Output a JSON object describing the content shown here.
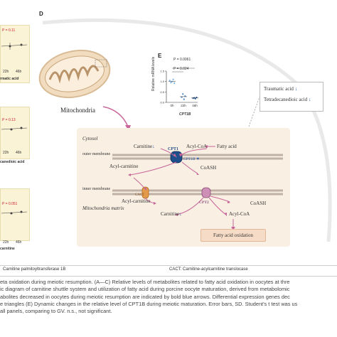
{
  "panel_d_letter": "D",
  "panel_e_letter": "E",
  "left_panels": [
    {
      "pvalue": "P = 0.11",
      "tick1": "22h",
      "tick2": "46h",
      "label": "rmatic acid"
    },
    {
      "pvalue": "P = 0.13",
      "tick1": "22h",
      "tick2": "46h",
      "label": "canedioic acid"
    },
    {
      "pvalue": "P = 0.051",
      "tick1": "22h",
      "tick2": "46h",
      "label": "carnitine"
    }
  ],
  "mitochondria_label": "Mitochondria",
  "chart_e": {
    "pvalue_top": "P = 0.0061",
    "pvalue_mid": "P = 0.024",
    "ylabel": "Relative mRNA levels",
    "gene_label": "CPT1B"
  },
  "chart_data": {
    "type": "scatter",
    "title": "",
    "xlabel": "CPT1B",
    "ylabel": "Relative mRNA levels",
    "categories": [
      "0h",
      "22h",
      "46h"
    ],
    "ylim": [
      0,
      1.5
    ],
    "yticks": [
      "0.0",
      "0.5",
      "1.0",
      "1.5"
    ],
    "series": [
      {
        "values": [
          [
            0,
            1.05
          ],
          [
            0,
            0.95
          ],
          [
            0,
            1.0
          ],
          [
            0,
            1.1
          ],
          [
            0,
            0.92
          ]
        ],
        "color": "#7fb4e6"
      },
      {
        "values": [
          [
            1,
            0.25
          ],
          [
            1,
            0.4
          ],
          [
            1,
            0.15
          ],
          [
            1,
            0.3
          ]
        ],
        "color": "#4a86c5"
      },
      {
        "values": [
          [
            2,
            0.2
          ],
          [
            2,
            0.22
          ],
          [
            2,
            0.18
          ],
          [
            2,
            0.24
          ]
        ],
        "color": "#2b5d9a"
      }
    ]
  },
  "metabolites": [
    {
      "name": "Traumatic acid",
      "arrow": "↓"
    },
    {
      "name": "Tetradecanedioic acid",
      "arrow": "↓"
    }
  ],
  "diagram": {
    "cytosol": "Cytosol",
    "carnitine_top": "Carnitine",
    "acylcoa_top": "Acyl-CoA",
    "fatty_acid": "Fatty acid",
    "cpt1": "CPT1",
    "cpt1b": "CPT1B",
    "outer_membrane": "outer membrane",
    "acylcarnitine_1": "Acyl-carnitine",
    "coash_1": "CoASH",
    "inner_membrane": "inner membrane",
    "cact": "CACT",
    "acylcarnitine_2": "Acyl-carnitine",
    "cpt2": "CPT2",
    "coash_2": "CoASH",
    "matrix": "Mitochondria matrix",
    "carnitine_bottom": "Carnitine",
    "acylcoa_bottom": "Acyl-CoA",
    "fatty_acid_oxidation": "Fatty acid oxidation",
    "down_arrow": "↓"
  },
  "legend": {
    "left": "Carnitine palmitoyltransferase 1B",
    "right": "CACT:  Carnitine-acylcarnitine translocase"
  },
  "caption_lines": [
    "eta oxidation during meiotic resumption. (A—C) Relative levels of metabolites related to fatty acid oxidation in oocytes at thre",
    "ic diagram of carnitine shuttle system and utilization of fatty acid during porcine oocyte maturation, derived from metabolomic",
    "abolites decreased in oocytes during meiotic resumption are indicated by bold blue arrows. Differential expression genes dec",
    "e triangles (E) Dynamic changes in the relative level of CPT1B during meiotic maturation. Error bars, SD. Student's t test was us",
    "all panels, comparing to GV. n.s., not significant."
  ],
  "colors": {
    "panel_bg": "#fbf3d6",
    "box_bg": "#f9efe3",
    "arrow_blue": "#3a6db5",
    "pink_arrow": "#c8679a",
    "mito_outer": "#f1dcc0"
  }
}
